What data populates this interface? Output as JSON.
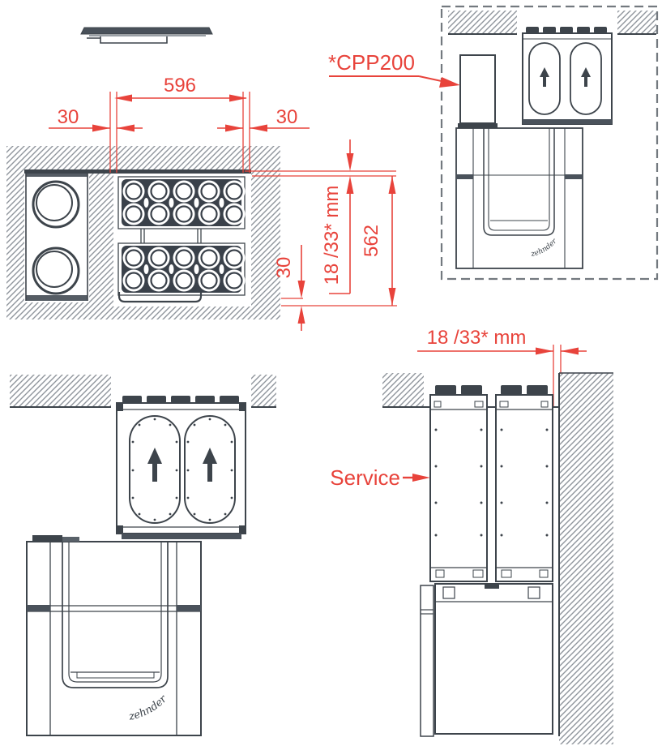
{
  "diagram": {
    "kind": "cooktop-extractor-installation-drawing",
    "colors": {
      "dimension_red": "#e8433b",
      "line_ink": "#3d444b",
      "hatch_gray": "#8f959c",
      "dashed_frame_gray": "#73797f"
    },
    "labels": {
      "plan_width": "596",
      "side_clearance_left": "30",
      "side_clearance_right": "30",
      "depth": "562",
      "rear_clearance": "30",
      "worktop_gap_plan": "18 /33* mm",
      "accessory": "*CPP200",
      "wall_gap": "18 /33* mm",
      "service": "Service",
      "brand": "zehnder"
    }
  }
}
